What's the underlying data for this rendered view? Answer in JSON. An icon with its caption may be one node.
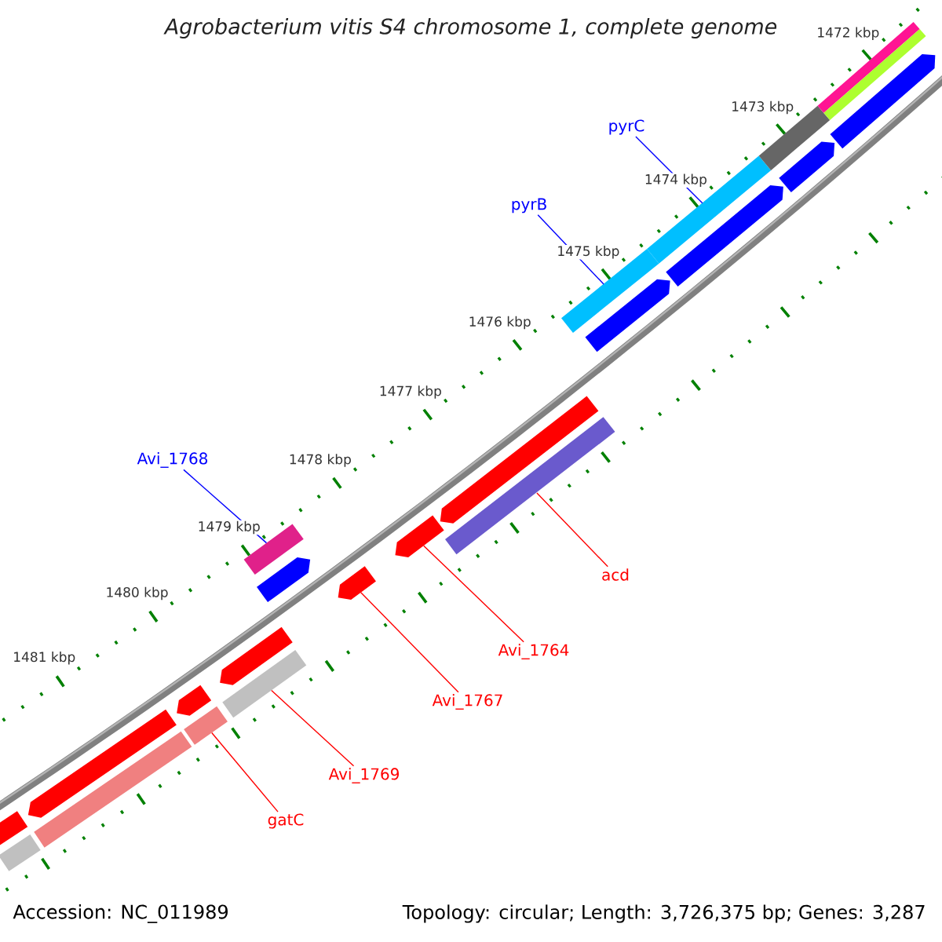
{
  "diagram": {
    "title": "Agrobacterium vitis S4 chromosome 1, complete genome",
    "nodes": [
      {
        "text": [
          "pyrC"
        ]
      },
      {
        "text": [
          "pyrB"
        ]
      },
      {
        "text": [
          "Avi_1768"
        ]
      },
      {
        "text": [
          "acd"
        ]
      },
      {
        "text": [
          "Avi_1764"
        ]
      },
      {
        "text": [
          "Avi_1767"
        ]
      },
      {
        "text": [
          "Avi_1769"
        ]
      },
      {
        "text": [
          "gatC"
        ]
      },
      {
        "text": [],
        "shape": "arrow"
      },
      {
        "text": [],
        "shape": "bar"
      },
      {
        "text": [],
        "shape": "arrow"
      },
      {
        "text": [],
        "shape": "bar"
      },
      {
        "text": [],
        "shape": "arrow"
      },
      {
        "text": [],
        "shape": "bar"
      },
      {
        "text": [],
        "shape": "arrow"
      },
      {
        "text": [],
        "shape": "bar"
      },
      {
        "text": [],
        "shape": "bar"
      },
      {
        "text": [],
        "shape": "arrow"
      },
      {
        "text": [],
        "shape": "arrow"
      },
      {
        "text": [],
        "shape": "arrow"
      },
      {
        "text": [],
        "shape": "arrow"
      },
      {
        "text": [],
        "shape": "bar"
      },
      {
        "text": [],
        "shape": "bar"
      },
      {
        "text": [],
        "shape": "arrow"
      },
      {
        "text": [],
        "shape": "bar"
      },
      {
        "text": [],
        "shape": "arrow"
      },
      {
        "text": [],
        "shape": "bar"
      },
      {
        "text": [],
        "shape": "arrow"
      },
      {
        "text": [],
        "shape": "bar"
      },
      {
        "text": [],
        "shape": "bar"
      },
      {
        "text": [],
        "shape": "arrow"
      }
    ],
    "edges": [
      {
        "from": 0,
        "to": 24,
        "arrow": "none",
        "color": "#0000ff"
      },
      {
        "from": 1,
        "to": 22,
        "arrow": "none",
        "color": "#0000ff"
      },
      {
        "from": 2,
        "to": 16,
        "arrow": "none",
        "color": "#0000ff"
      },
      {
        "from": 3,
        "to": 21,
        "arrow": "none"
      },
      {
        "from": 4,
        "to": 19,
        "arrow": "none"
      },
      {
        "from": 5,
        "to": 18,
        "arrow": "none"
      },
      {
        "from": 6,
        "to": 15,
        "arrow": "none"
      },
      {
        "from": 7,
        "to": 13,
        "arrow": "none"
      }
    ],
    "labels": [
      "1472 kbp",
      "1473 kbp",
      "1474 kbp",
      "1475 kbp",
      "1476 kbp",
      "1477 kbp",
      "1478 kbp",
      "1479 kbp",
      "1480 kbp",
      "1481 kbp",
      "Accession: NC_011989",
      "Topology: circular; Length: 3,726,375 bp; Genes: 3,287"
    ]
  }
}
